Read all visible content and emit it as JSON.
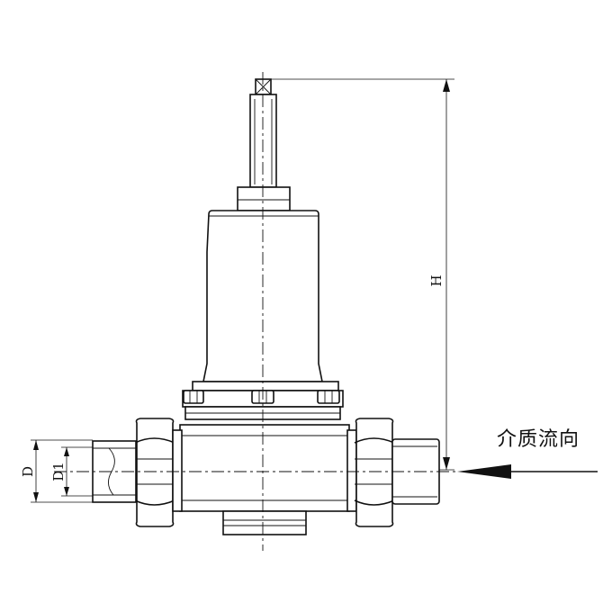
{
  "labels": {
    "height": "H",
    "outer_diameter": "D",
    "inner_diameter": "D1",
    "flow_direction": "介质流向"
  }
}
